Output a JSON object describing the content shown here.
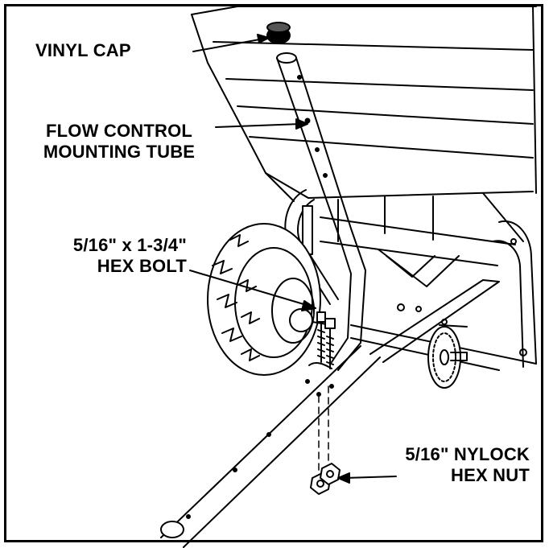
{
  "callouts": {
    "vinyl_cap": "VINYL CAP",
    "flow_control_line1": "FLOW CONTROL",
    "flow_control_line2": "MOUNTING TUBE",
    "hex_bolt_line1": "5/16\" x 1-3/4\"",
    "hex_bolt_line2": "HEX BOLT",
    "nylock_line1": "5/16\" NYLOCK",
    "nylock_line2": "HEX NUT"
  },
  "colors": {
    "ink": "#000000",
    "paper": "#ffffff"
  }
}
